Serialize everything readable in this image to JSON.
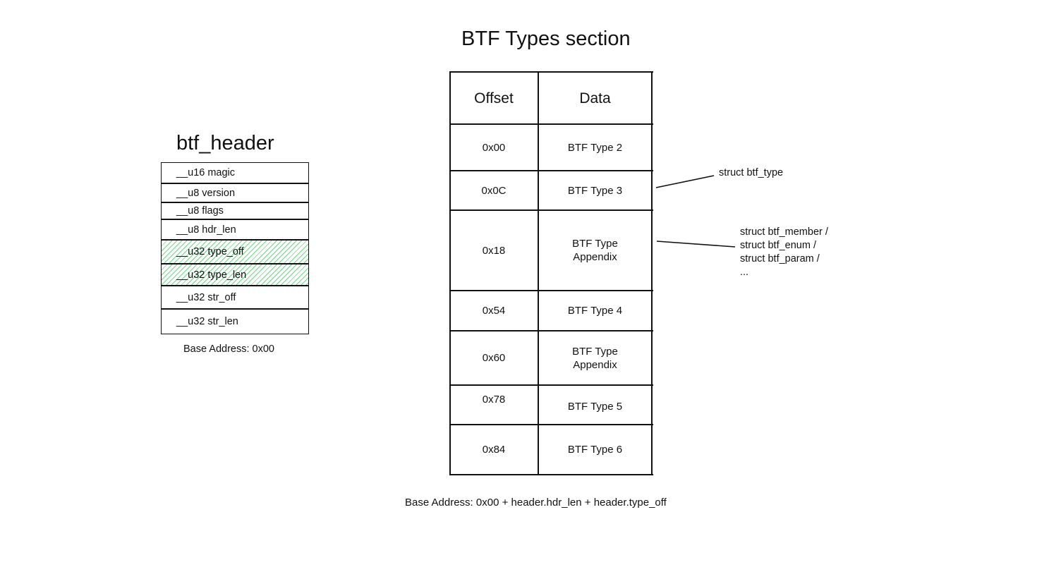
{
  "header": {
    "title": "btf_header",
    "fields": [
      {
        "label": "__u16 magic",
        "highlighted": false
      },
      {
        "label": "__u8 version",
        "highlighted": false
      },
      {
        "label": "__u8 flags",
        "highlighted": false
      },
      {
        "label": "__u8 hdr_len",
        "highlighted": false
      },
      {
        "label": "__u32 type_off",
        "highlighted": true
      },
      {
        "label": "__u32 type_len",
        "highlighted": true
      },
      {
        "label": "__u32 str_off",
        "highlighted": false
      },
      {
        "label": "__u32 str_len",
        "highlighted": false
      }
    ],
    "base_address": "Base Address: 0x00"
  },
  "types_section": {
    "title": "BTF Types section",
    "columns": {
      "offset": "Offset",
      "data": "Data"
    },
    "rows": [
      {
        "offset": "0x00",
        "data": "BTF Type 2"
      },
      {
        "offset": "0x0C",
        "data": "BTF Type 3"
      },
      {
        "offset": "0x18",
        "data": "BTF Type\nAppendix"
      },
      {
        "offset": "0x54",
        "data": "BTF Type 4"
      },
      {
        "offset": "0x60",
        "data": "BTF Type\nAppendix"
      },
      {
        "offset": "0x78",
        "data": "BTF Type 5"
      },
      {
        "offset": "0x84",
        "data": "BTF Type 6"
      }
    ],
    "base_address": "Base Address: 0x00 + header.hdr_len + header.type_off"
  },
  "annotations": [
    {
      "text": "struct btf_type"
    },
    {
      "text": "struct btf_member /\nstruct btf_enum /\nstruct btf_param /\n..."
    }
  ],
  "colors": {
    "hatch": "#79cf8e",
    "stroke": "#111111"
  }
}
